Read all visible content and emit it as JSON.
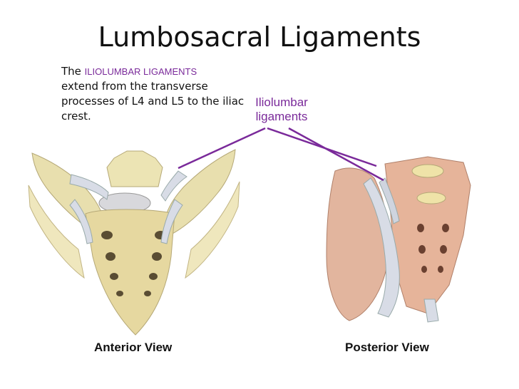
{
  "title": "Lumbosacral Ligaments",
  "description": {
    "prefix": "The ",
    "highlight": "ILIOLUMBAR LIGAMENTS",
    "rest": "extend from the transverse processes of L4 and L5 to the iliac crest."
  },
  "callout": {
    "line1": "Iliolumbar",
    "line2": "ligaments"
  },
  "captions": {
    "left": "Anterior View",
    "right": "Posterior  View"
  },
  "colors": {
    "highlight": "#7a2a9a",
    "bone": "#e6d9a4",
    "muscle": "#d9a890",
    "ligament": "#d4d8e4"
  }
}
